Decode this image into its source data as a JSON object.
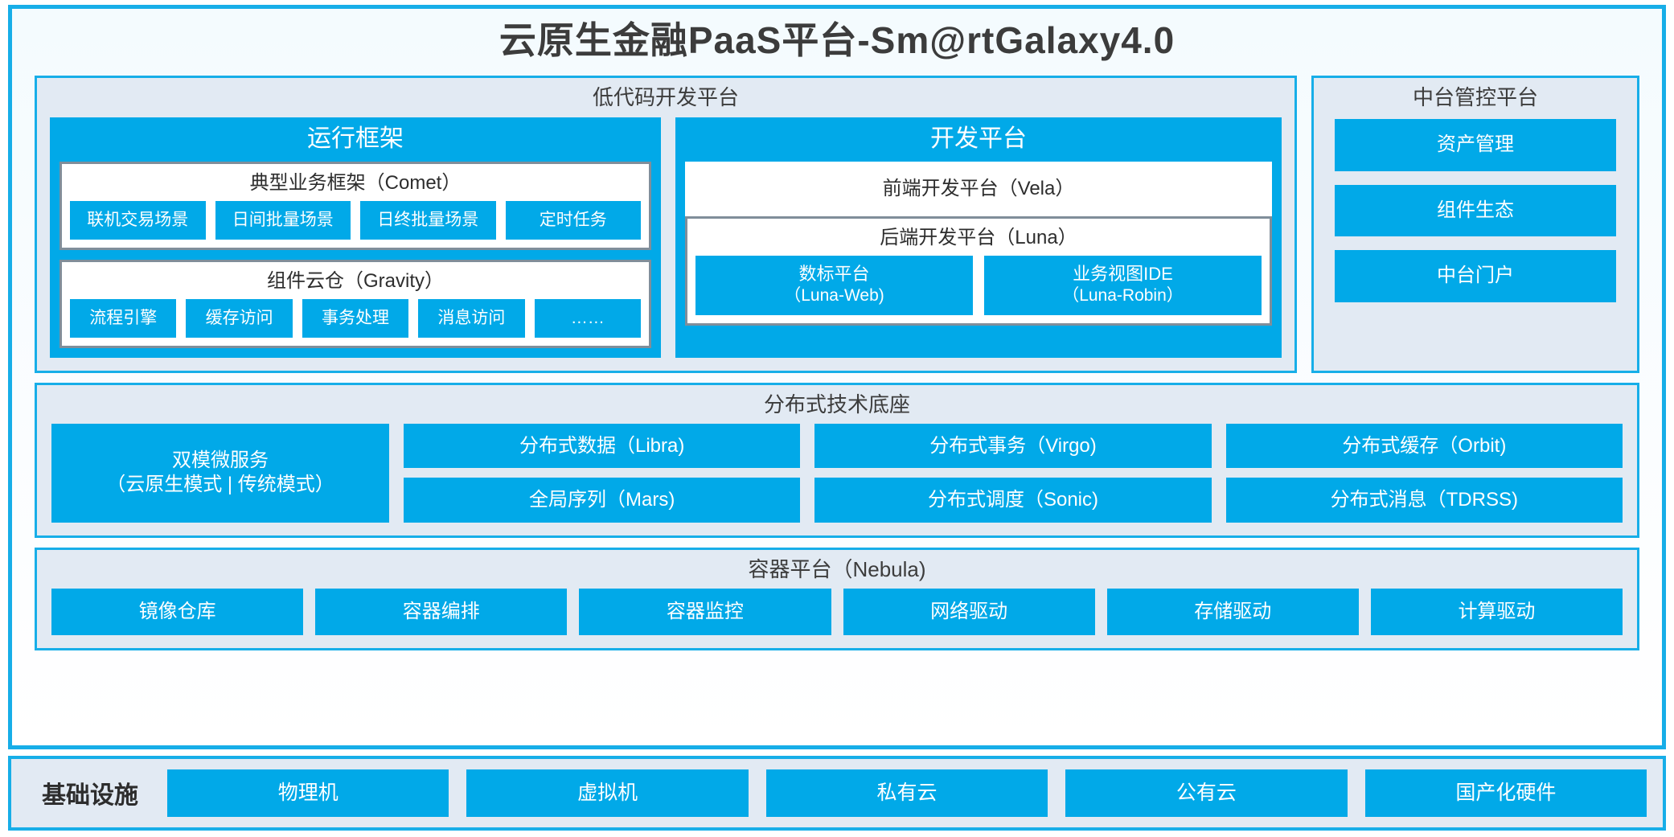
{
  "title": "云原生金融PaaS平台-Sm@rtGalaxy4.0",
  "colors": {
    "accent": "#01a9e8",
    "border": "#17aee8",
    "panel_bg": "#e2eaf3",
    "group_border": "#808e9a",
    "text_dark": "#3c3c3c"
  },
  "lowcode": {
    "title": "低代码开发平台",
    "runtime": {
      "title": "运行框架",
      "comet": {
        "title": "典型业务框架（Comet）",
        "items": [
          "联机交易场景",
          "日间批量场景",
          "日终批量场景",
          "定时任务"
        ]
      },
      "gravity": {
        "title": "组件云仓（Gravity）",
        "items": [
          "流程引擎",
          "缓存访问",
          "事务处理",
          "消息访问",
          "……"
        ]
      }
    },
    "devplatform": {
      "title": "开发平台",
      "frontend": "前端开发平台（Vela）",
      "backend": {
        "title": "后端开发平台（Luna）",
        "items": [
          {
            "name": "数标平台",
            "code": "（Luna-Web)"
          },
          {
            "name": "业务视图IDE",
            "code": "（Luna-Robin）"
          }
        ]
      }
    }
  },
  "console": {
    "title": "中台管控平台",
    "items": [
      "资产管理",
      "组件生态",
      "中台门户"
    ]
  },
  "foundation": {
    "title": "分布式技术底座",
    "dual_mode": {
      "name": "双模微服务",
      "modes": "（云原生模式 | 传统模式）"
    },
    "columns": [
      [
        "分布式数据（Libra)",
        "全局序列（Mars)"
      ],
      [
        "分布式事务（Virgo)",
        "分布式调度（Sonic)"
      ],
      [
        "分布式缓存（Orbit)",
        "分布式消息（TDRSS)"
      ]
    ]
  },
  "container": {
    "title": "容器平台（Nebula)",
    "items": [
      "镜像仓库",
      "容器编排",
      "容器监控",
      "网络驱动",
      "存储驱动",
      "计算驱动"
    ]
  },
  "infrastructure": {
    "label": "基础设施",
    "items": [
      "物理机",
      "虚拟机",
      "私有云",
      "公有云",
      "国产化硬件"
    ]
  }
}
